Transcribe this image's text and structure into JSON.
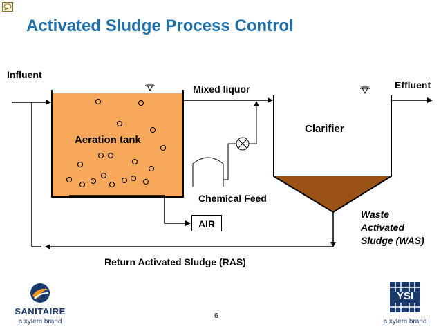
{
  "title": "Activated Sludge Process Control",
  "labels": {
    "influent": "Influent",
    "effluent": "Effluent",
    "mixed_liquor": "Mixed liquor",
    "aeration_tank": "Aeration tank",
    "clarifier": "Clarifier",
    "chemical_feed": "Chemical Feed",
    "air": "AIR",
    "was_line1": "Waste",
    "was_line2": "Activated",
    "was_line3": "Sludge (WAS)",
    "ras": "Return Activated Sludge (RAS)"
  },
  "page_number": "6",
  "logos": {
    "left_brand": "SANITAIRE",
    "left_sub": "a xylem brand",
    "right_brand": "YSI",
    "right_sub": "a xylem brand"
  },
  "colors": {
    "title": "#1f6fa8",
    "aeration_fill": "#f7a85a",
    "sludge_fill": "#9a5215",
    "brand_blue": "#1a3a6e",
    "brand_orange": "#f39a1f"
  }
}
